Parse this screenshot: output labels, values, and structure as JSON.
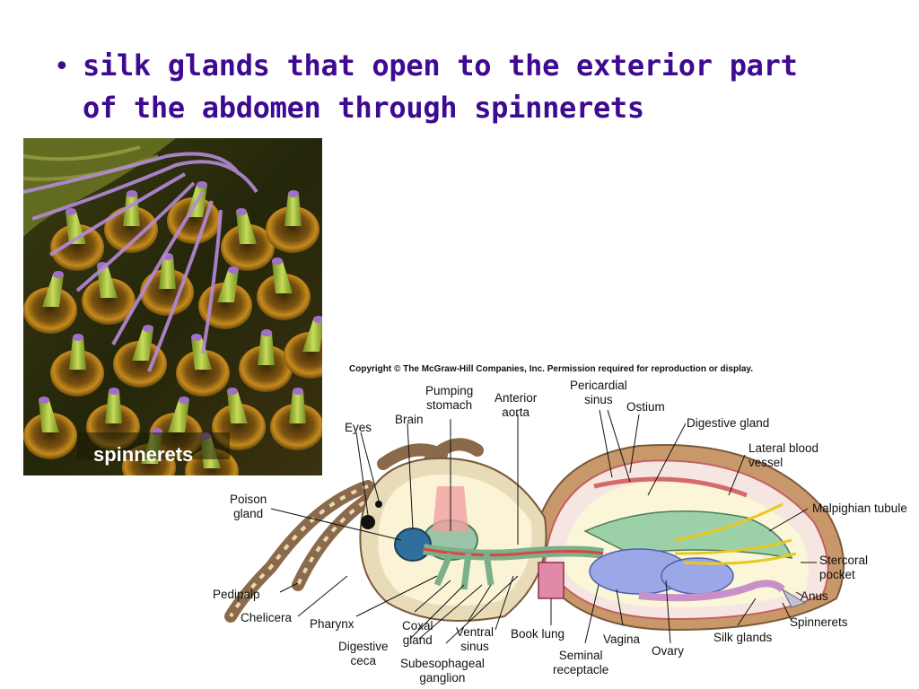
{
  "slide": {
    "bullet_symbol": "•",
    "bullet_line1": "silk glands that open to the exterior part",
    "bullet_line2": "of the abdomen through spinnerets",
    "photo_caption": "spinnerets"
  },
  "diagram": {
    "copyright": "Copyright © The McGraw-Hill Companies, Inc. Permission required for reproduction or display.",
    "labels": {
      "pumping_stomach": "Pumping\nstomach",
      "anterior_aorta": "Anterior\naorta",
      "pericardial_sinus": "Pericardial\nsinus",
      "ostium": "Ostium",
      "digestive_gland": "Digestive gland",
      "eyes": "Eyes",
      "brain": "Brain",
      "lateral_blood_vessel": "Lateral blood\nvessel",
      "poison_gland": "Poison\ngland",
      "malpighian_tubule": "Malpighian tubule",
      "stercoral_pocket": "Stercoral\npocket",
      "pedipalp": "Pedipalp",
      "anus": "Anus",
      "chelicera": "Chelicera",
      "pharynx": "Pharynx",
      "coxal_gland": "Coxal\ngland",
      "ventral_sinus": "Ventral\nsinus",
      "book_lung": "Book lung",
      "vagina": "Vagina",
      "silk_glands": "Silk glands",
      "spinnerets": "Spinnerets",
      "digestive_ceca": "Digestive\nceca",
      "subesophageal_ganglion": "Subesophageal\nganglion",
      "seminal_receptacle": "Seminal\nreceptacle",
      "ovary": "Ovary"
    }
  },
  "colors": {
    "bullet_text": "#3d0a91",
    "photo_caption": "#ffffff"
  }
}
